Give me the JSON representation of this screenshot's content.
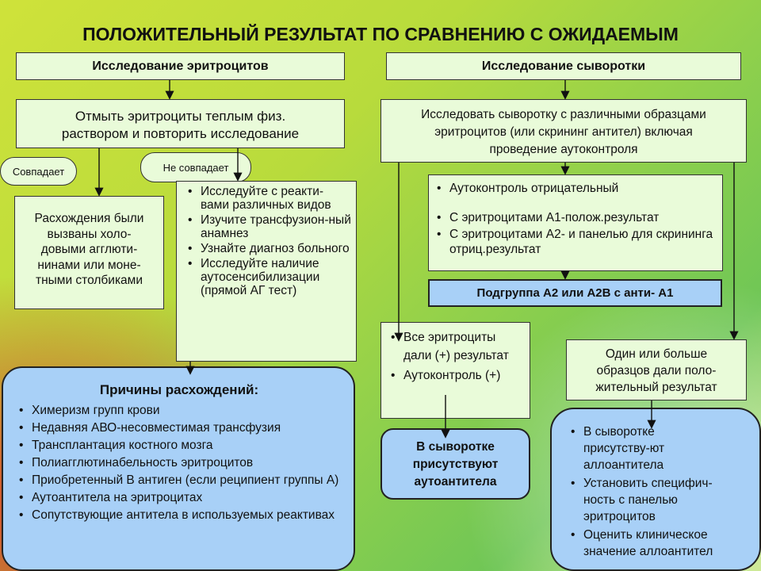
{
  "title": "ПОЛОЖИТЕЛЬНЫЙ РЕЗУЛЬТАТ ПО СРАВНЕНИЮ С ОЖИДАЕМЫМ",
  "left_header": "Исследование эритроцитов",
  "right_header": "Исследование сыворотки",
  "wash_box": [
    "Отмыть эритроциты теплым физ.",
    "раствором и повторить исследование"
  ],
  "match_label": "Совпадает",
  "nomatch_label": "Не совпадает",
  "cause_box": [
    "Расхождения были",
    "вызваны холо-",
    "довыми агглюти-",
    "нинами или моне-",
    "тными столбиками"
  ],
  "nomatch_list": [
    "Исследуйте с реакти-вами различных видов",
    "Изучите трансфузион-ный анамнез",
    "Узнайте диагноз больного",
    "Исследуйте наличие аутосенсибилизации (прямой АГ тест)"
  ],
  "reasons_title": "Причины расхождений:",
  "reasons_list": [
    "Химеризм групп крови",
    "Недавняя АВО-несовместимая трансфузия",
    "Трансплантация костного мозга",
    "Полиагглютинабельность эритроцитов",
    "Приобретенный В антиген (если реципиент группы А)",
    "Аутоантитела на эритроцитах",
    "Сопутствующие антитела в используемых реактивах"
  ],
  "serum_box": [
    "Исследовать сыворотку с различными образцами",
    "эритроцитов (или скрининг антител) включая",
    "проведение аутоконтроля"
  ],
  "autocontrol_list": [
    "Аутоконтроль отрицательный",
    "С эритроцитами А1-полож.результат",
    "С эритроцитами А2- и панелью для скрининга отриц.результат"
  ],
  "subgroup_box": "Подгруппа А2 или А2В с анти- А1",
  "all_pos_list": [
    "Все эритроциты дали (+) результат",
    "Аутоконтроль (+)"
  ],
  "autoantibody_box": [
    "В сыворотке",
    "присутствуют",
    "аутоантитела"
  ],
  "one_or_more_box": [
    "Один или больше",
    "образцов дали поло-",
    "жительный результат"
  ],
  "alloantibody_list": [
    "В сыворотке присутству-ют аллоантитела",
    "Установить специфич-ность с панелью эритроцитов",
    "Оценить клиническое значение аллоантител"
  ]
}
